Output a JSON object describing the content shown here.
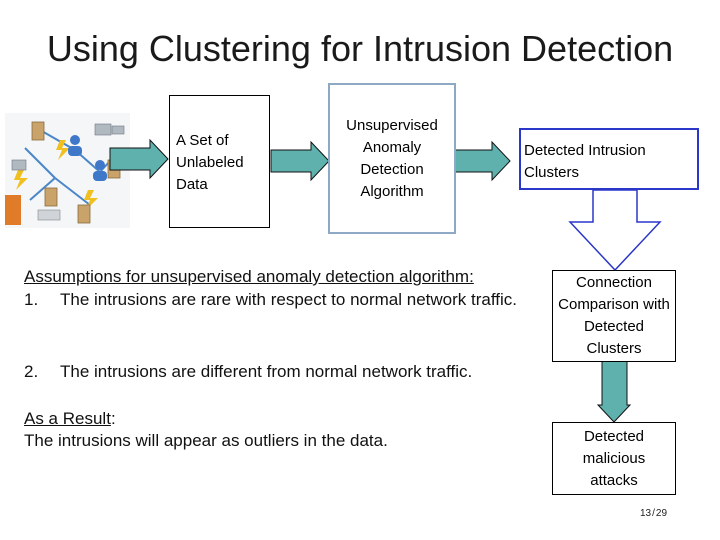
{
  "slide": {
    "title": "Using Clustering for Intrusion Detection",
    "page_number": "13",
    "page_separator": "/",
    "page_total": "29"
  },
  "flow": {
    "input_box": "A Set of Unlabeled Data",
    "algorithm_box": "Unsupervised Anomaly Detection Algorithm",
    "detected_box": "Detected Intrusion Clusters",
    "comparison_box": "Connection Comparison with Detected Clusters",
    "result_box": "Detected malicious attacks"
  },
  "assumptions": {
    "heading": "Assumptions for unsupervised anomaly detection algorithm:",
    "items": [
      {
        "num": "1.",
        "text": "The intrusions are rare with respect to normal network traffic."
      },
      {
        "num": "2.",
        "text": "The intrusions are different from normal network traffic."
      }
    ]
  },
  "result": {
    "label": "As a Result",
    "colon": ":",
    "text": "The intrusions will appear as outliers in the data."
  },
  "colors": {
    "arrow_fill": "#5fb1ae",
    "algorithm_border": "#8ea9c3",
    "detected_border": "#2a37c8",
    "network_link": "#4a86c8",
    "network_lightning": "#f0c020"
  },
  "icons": [
    "network-diagram-image",
    "arrow-right-icon",
    "arrow-down-icon"
  ]
}
